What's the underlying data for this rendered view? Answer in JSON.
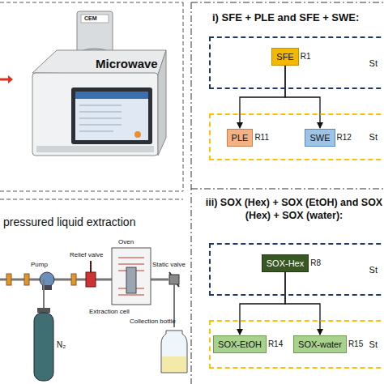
{
  "diagram": {
    "nodes": [
      {
        "text": [
          "St"
        ]
      },
      {
        "text": [
          "SFE",
          "R1"
        ],
        "in": 0
      },
      {
        "text": [
          "St"
        ]
      },
      {
        "text": [
          "PLE",
          "R11"
        ],
        "in": 2
      },
      {
        "text": [
          "SWE",
          "R12"
        ],
        "in": 2
      },
      {
        "text": [
          "St"
        ]
      },
      {
        "text": [
          "SOX-Hex",
          "R8"
        ],
        "in": 5
      },
      {
        "text": [
          "St"
        ]
      },
      {
        "text": [
          "SOX-EtOH",
          "R14"
        ],
        "in": 7
      },
      {
        "text": [
          "SOX-water",
          "R15"
        ],
        "in": 7
      }
    ],
    "edges": [
      {
        "from": 1,
        "to": 3,
        "arrow": "to"
      },
      {
        "from": 1,
        "to": 4,
        "arrow": "to"
      },
      {
        "from": 6,
        "to": 8,
        "arrow": "to"
      },
      {
        "from": 6,
        "to": 9,
        "arrow": "to"
      }
    ],
    "labels": [
      "Microwave",
      "CEM",
      "pressured liquid extraction",
      "Pump",
      "Relief valve",
      "Oven",
      "Static valve",
      "Extraction cell",
      "Collection bottle",
      "N₂",
      "i) SFE + PLE and SFE + SWE:",
      "iii) SOX (Hex) + SOX (EtOH) and SOX (Hex) + SOX (water):"
    ]
  }
}
